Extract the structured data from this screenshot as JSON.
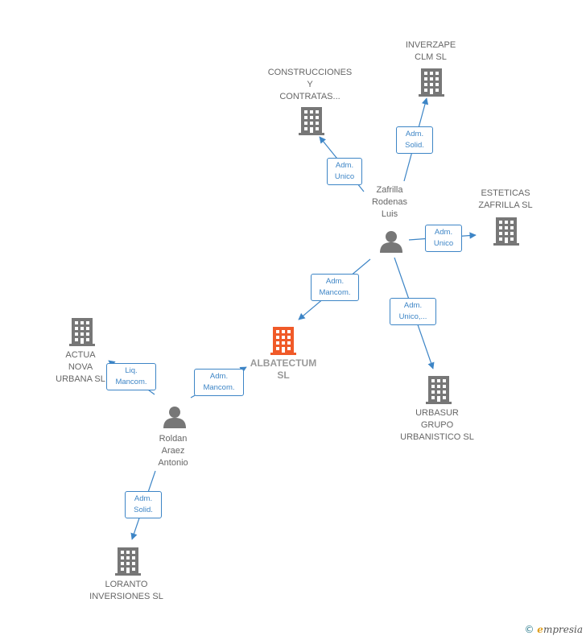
{
  "colors": {
    "edge": "#3d85c6",
    "company": "#777777",
    "main_company": "#f05a28",
    "person": "#777777"
  },
  "nodes": [
    {
      "id": "albatectum",
      "kind": "company-main",
      "icon": "building-icon",
      "lines": [
        "ALBATECTUM",
        "SL"
      ]
    },
    {
      "id": "construcciones",
      "kind": "company",
      "icon": "building-icon",
      "lines": [
        "CONSTRUCCIONES",
        "Y",
        "CONTRATAS..."
      ]
    },
    {
      "id": "inverzape",
      "kind": "company",
      "icon": "building-icon",
      "lines": [
        "INVERZAPE",
        "CLM  SL"
      ]
    },
    {
      "id": "esteticas",
      "kind": "company",
      "icon": "building-icon",
      "lines": [
        "ESTETICAS",
        "ZAFRILLA  SL"
      ]
    },
    {
      "id": "urbasur",
      "kind": "company",
      "icon": "building-icon",
      "lines": [
        "URBASUR",
        "GRUPO",
        "URBANISTICO SL"
      ]
    },
    {
      "id": "actua",
      "kind": "company",
      "icon": "building-icon",
      "lines": [
        "ACTUA",
        "NOVA",
        "URBANA  SL"
      ]
    },
    {
      "id": "loranto",
      "kind": "company",
      "icon": "building-icon",
      "lines": [
        "LORANTO",
        "INVERSIONES SL"
      ]
    },
    {
      "id": "zafrilla",
      "kind": "person",
      "icon": "person-icon",
      "lines": [
        "Zafrilla",
        "Rodenas",
        "Luis"
      ]
    },
    {
      "id": "roldan",
      "kind": "person",
      "icon": "person-icon",
      "lines": [
        "Roldan",
        "Araez",
        "Antonio"
      ]
    }
  ],
  "edges": [
    {
      "id": "zafrilla-construcciones",
      "lines": [
        "Adm.",
        "Unico"
      ]
    },
    {
      "id": "zafrilla-inverzape",
      "lines": [
        "Adm.",
        "Solid."
      ]
    },
    {
      "id": "zafrilla-esteticas",
      "lines": [
        "Adm.",
        "Unico"
      ]
    },
    {
      "id": "zafrilla-urbasur",
      "lines": [
        "Adm.",
        "Unico,..."
      ]
    },
    {
      "id": "zafrilla-albatectum",
      "lines": [
        "Adm.",
        "Mancom."
      ]
    },
    {
      "id": "roldan-albatectum",
      "lines": [
        "Adm.",
        "Mancom."
      ]
    },
    {
      "id": "roldan-actua",
      "lines": [
        "Liq.",
        "Mancom."
      ]
    },
    {
      "id": "roldan-loranto",
      "lines": [
        "Adm.",
        "Solid."
      ]
    }
  ],
  "footer": {
    "copyright": "©",
    "brand_e": "e",
    "brand_rest": "mpresia"
  }
}
